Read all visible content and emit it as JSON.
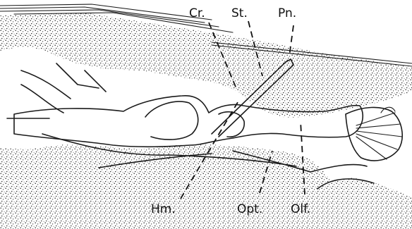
{
  "labels": {
    "cr": "Cr.",
    "st": "St.",
    "pn": "Pn.",
    "hm": "Hm.",
    "opt": "Opt.",
    "olf": "Olf."
  },
  "colors": {
    "ink": "#111111",
    "paper": "#ffffff"
  }
}
